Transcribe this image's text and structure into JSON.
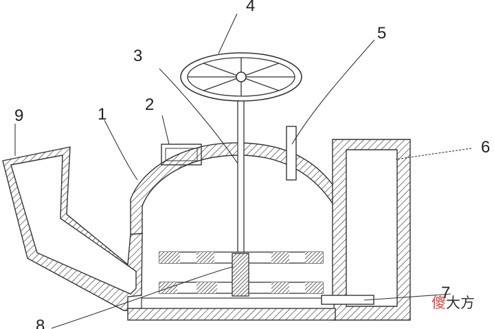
{
  "labels": {
    "l1": "1",
    "l2": "2",
    "l3": "3",
    "l4": "4",
    "l5": "5",
    "l6": "6",
    "l7": "7",
    "l8": "8",
    "l9": "9"
  },
  "watermark": {
    "part1": "傻",
    "part2": "大方"
  }
}
